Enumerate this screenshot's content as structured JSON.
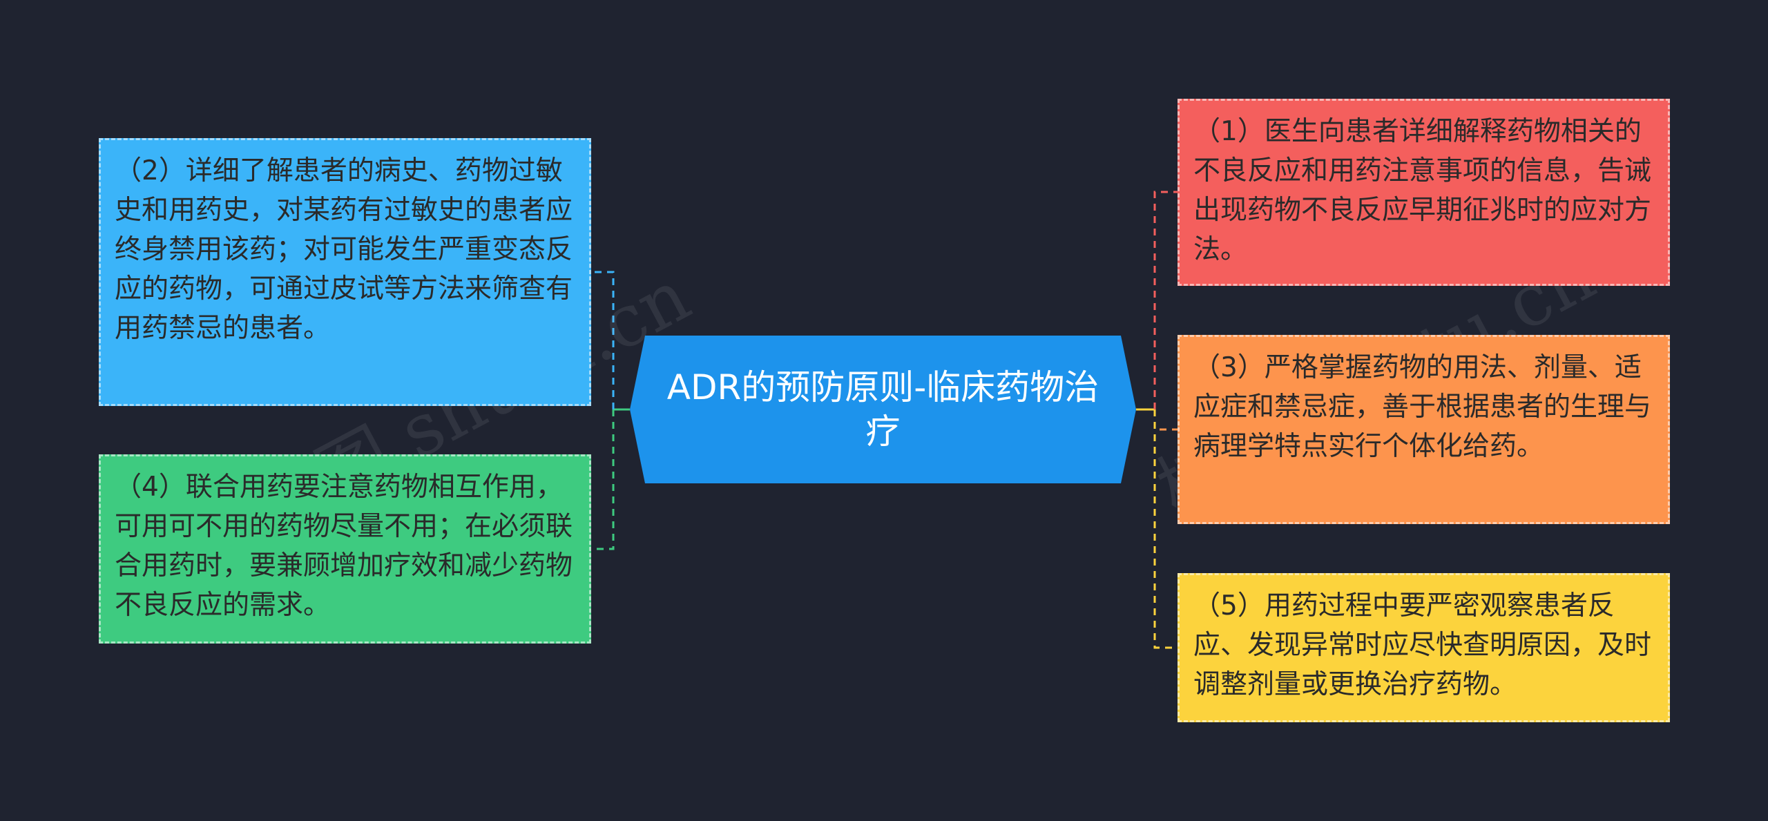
{
  "center": {
    "title": "ADR的预防原则-临床药物治疗",
    "color": "#1d93ec"
  },
  "nodes": {
    "n1": {
      "text": "（1）医生向患者详细解释药物相关的不良反应和用药注意事项的信息，告诫出现药物不良反应早期征兆时的应对方法。",
      "color": "#f45f5d"
    },
    "n2": {
      "text": "（2）详细了解患者的病史、药物过敏史和用药史，对某药有过敏史的患者应终身禁用该药；对可能发生严重变态反应的药物，可通过皮试等方法来筛查有用药禁忌的患者。",
      "color": "#3bb4f9"
    },
    "n3": {
      "text": "（3）严格掌握药物的用法、剂量、适应症和禁忌症，善于根据患者的生理与病理学特点实行个体化给药。",
      "color": "#fd944d"
    },
    "n4": {
      "text": "（4）联合用药要注意药物相互作用，可用可不用的药物尽量不用；在必须联合用药时，要兼顾增加疗效和减少药物不良反应的需求。",
      "color": "#3ecb80"
    },
    "n5": {
      "text": "（5）用药过程中要严密观察患者反应、发现异常时应尽快查明原因，及时调整剂量或更换治疗药物。",
      "color": "#fcd33d"
    }
  },
  "watermark": "树图 shutu.cn"
}
